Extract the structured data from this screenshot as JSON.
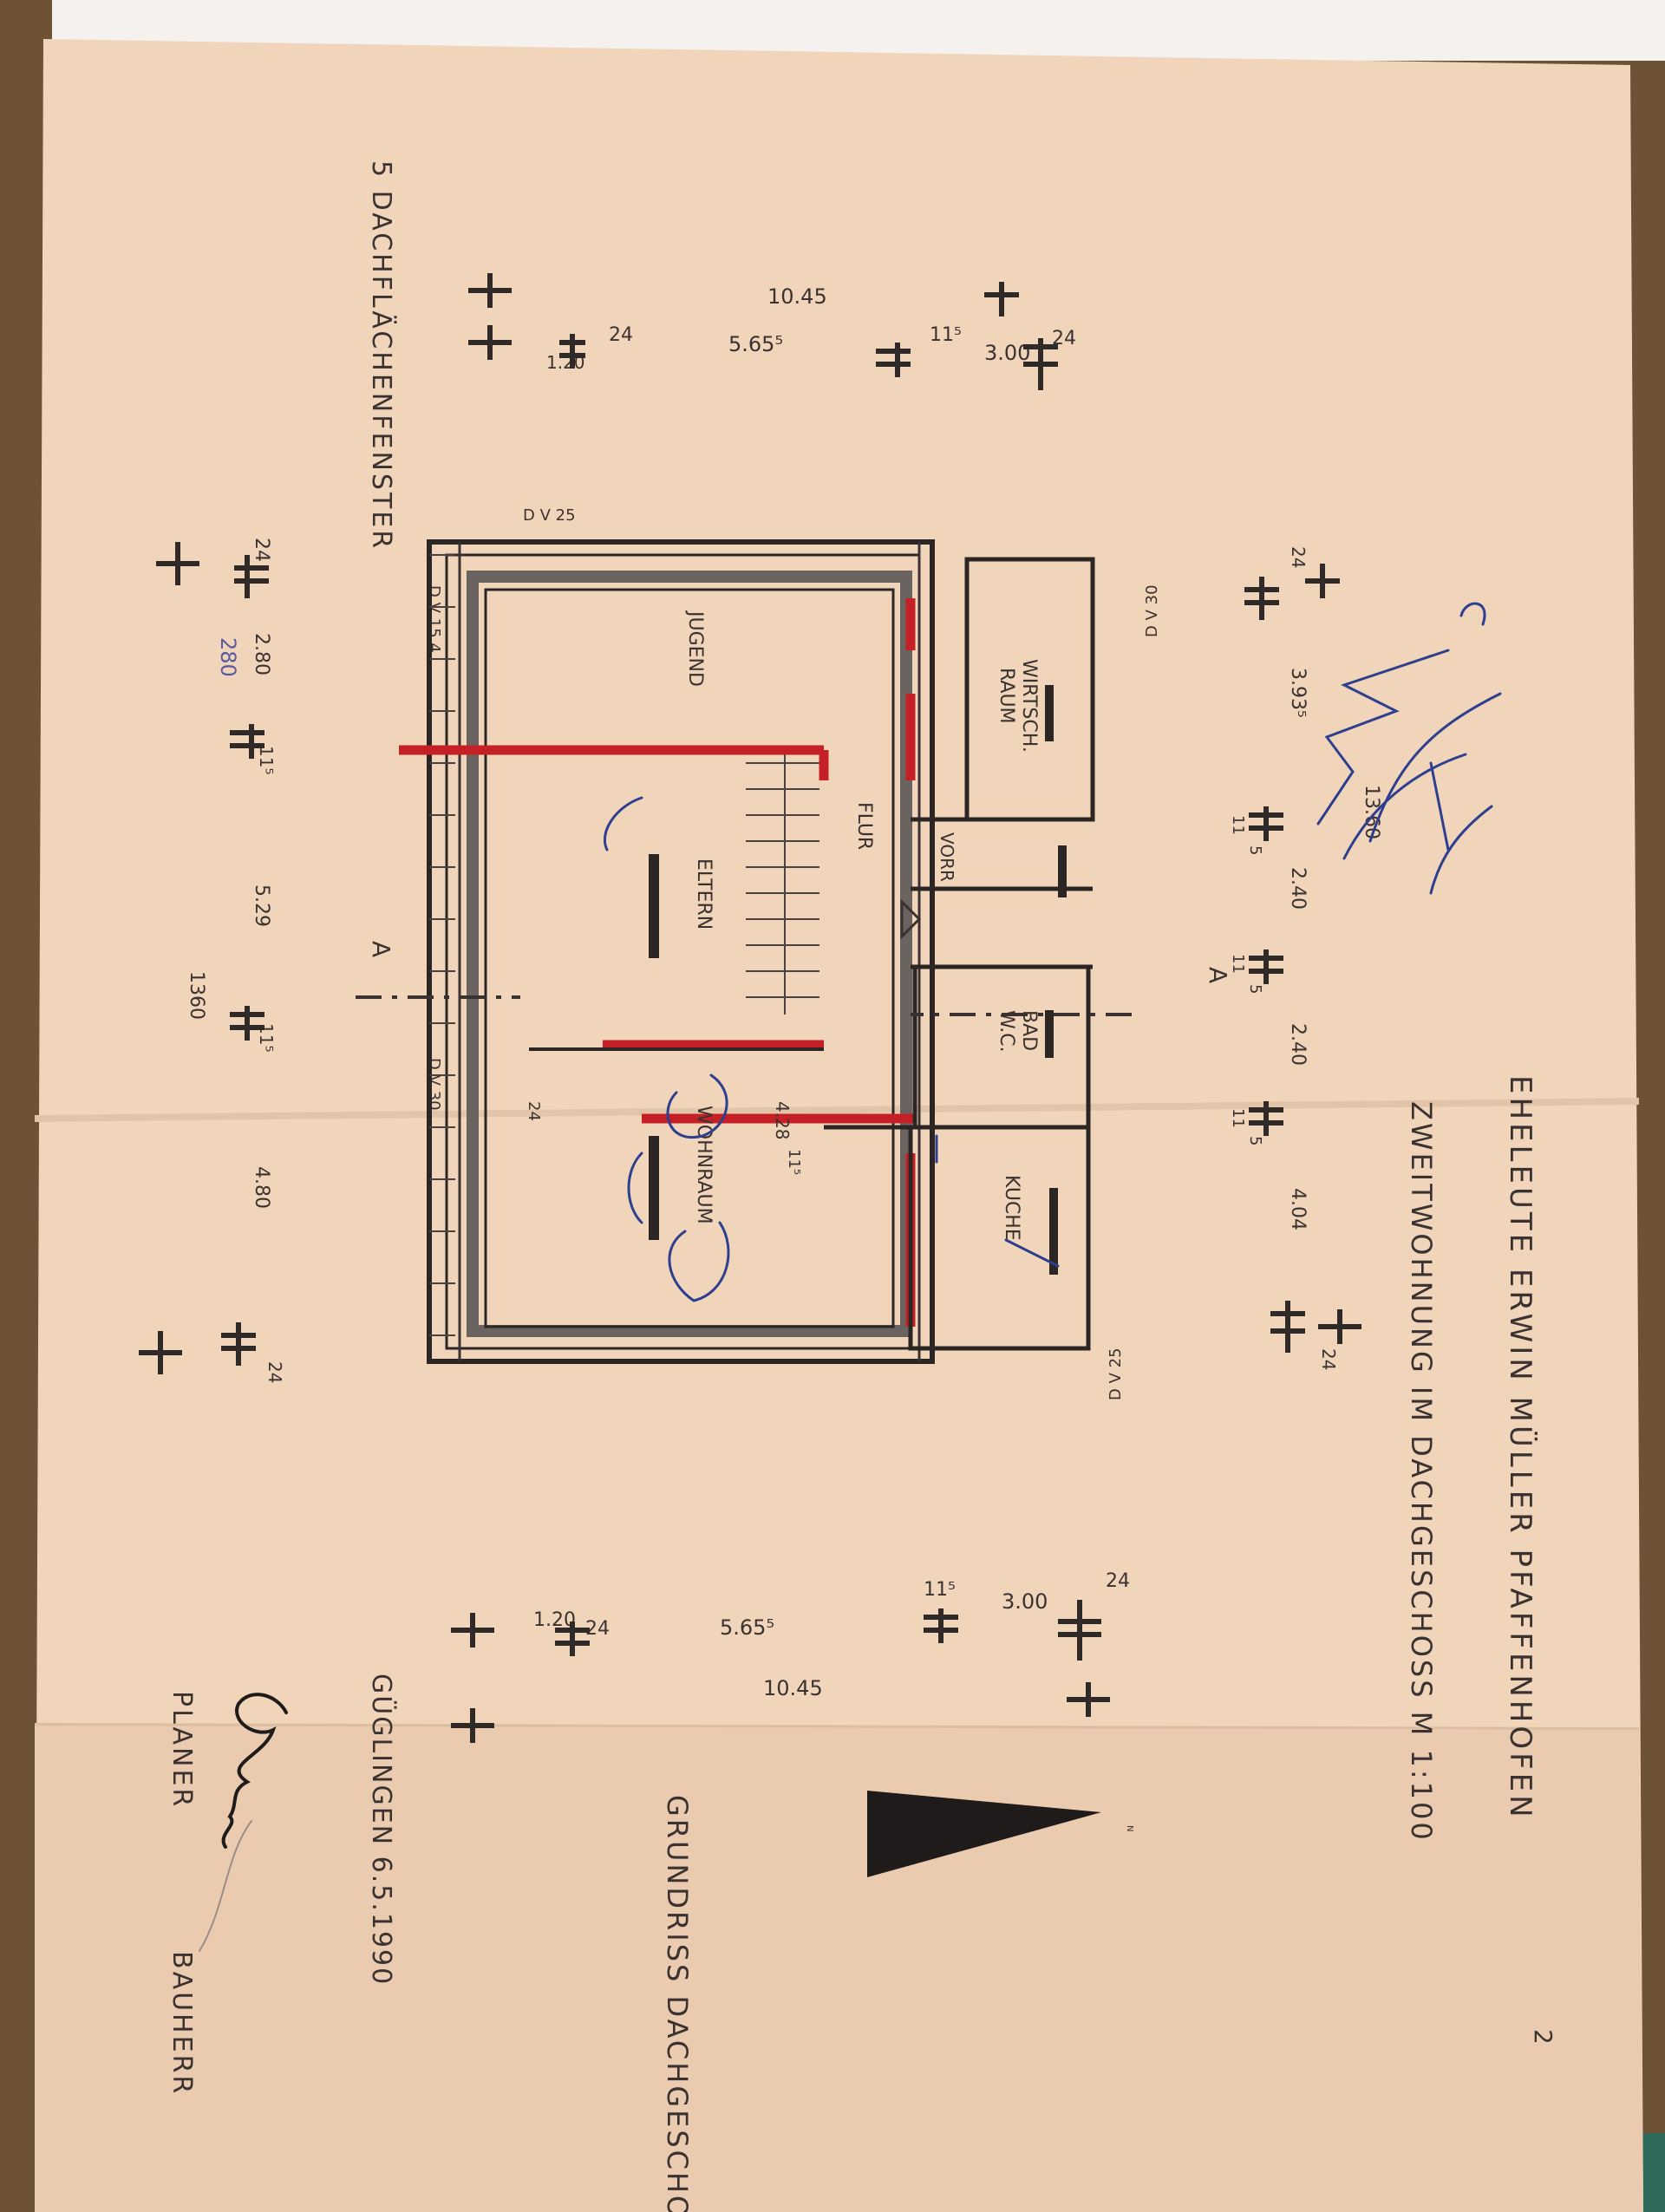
{
  "document": {
    "owner": "EHELEUTE ERWIN MÜLLER PFAFFENHOFEN",
    "subtitle": "ZWEITWOHNUNG IM DACHGESCHOSS M 1:100",
    "plan_title": "GRUNDRISS DACHGESCHOSS",
    "page_number": "2",
    "skylights_note": "5 DACHFLÄCHENFENSTER",
    "place_date": "GÜGLINGEN 6.5.1990",
    "planer_label": "PLANER",
    "bauherr_label": "BAUHERR"
  },
  "rooms": {
    "jugend": "JUGEND",
    "eltern": "ELTERN",
    "wohnraum": "WOHNRAUM",
    "wirtsch_1": "WIRTSCH.",
    "wirtsch_2": "RAUM",
    "flur": "FLUR",
    "vorr": "VORR",
    "bad_1": "BAD",
    "bad_2": "W.C.",
    "kuche": "KUCHE"
  },
  "labels": {
    "dv25_top": "D V 25",
    "dv15_4": "D V 15 4",
    "dv30_left": "D V 30",
    "dv30_right": "D V 30",
    "dv25_bottom": "D V 25",
    "section_a_left": "A",
    "section_a_right": "A"
  },
  "dimensions": {
    "top_total": "10.45",
    "top_565": "5.65⁵",
    "top_300": "3.00",
    "top_24a": "24",
    "top_24b": "24",
    "top_115": "11⁵",
    "top_120": "1.20",
    "left_24": "24",
    "left_280": "2.80",
    "left_280_pen": "280",
    "left_115a": "11⁵",
    "left_529": "5.29",
    "left_1360": "1360",
    "left_115b": "11⁵",
    "left_480": "4.80",
    "left_24b": "24",
    "right_24": "24",
    "right_393": "3.93⁵",
    "right_1360": "13.60",
    "right_11a": "11",
    "right_5a": "5",
    "right_240a": "2.40",
    "right_11b": "11",
    "right_5b": "5",
    "right_240b": "2.40",
    "right_11c": "11",
    "right_5c": "5",
    "right_404": "4.04",
    "right_24b": "24",
    "inner_428": "4.28",
    "inner_115": "11⁵",
    "inner_24": "24",
    "bottom_total": "10.45",
    "bottom_565": "5.65⁵",
    "bottom_300": "3.00",
    "bottom_115": "11⁵",
    "bottom_24a": "24",
    "bottom_24b": "24",
    "bottom_120": "1.20"
  },
  "colors": {
    "paper": "#f1d5bb",
    "table": "#6e5236",
    "ink": "#2b2624",
    "red_walls": "#c42026",
    "blue_pen": "#2d3f8e",
    "floor_green": "#2f6a5a"
  }
}
